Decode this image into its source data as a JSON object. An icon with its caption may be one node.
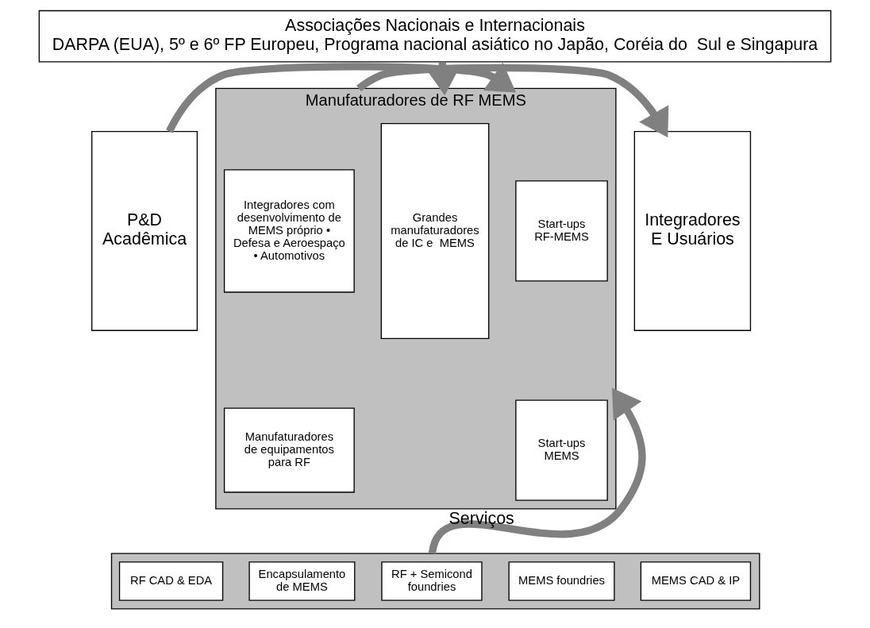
{
  "diagram": {
    "nodes": [
      {
        "text": [
          "Associações Nacionais e Internacionais",
          "DARPA (EUA), 5º e 6º FP Europeu, Programa nacional asiático no Japão, Coréia do  Sul e Singapura"
        ]
      },
      {
        "text": [
          "P&D Acadêmica"
        ]
      },
      {
        "text": [
          "Manufaturadores de RF MEMS"
        ]
      },
      {
        "text": [
          "Start-ups RF-MEMS"
        ],
        "in": 2
      },
      {
        "text": [
          "Start-ups MEMS"
        ],
        "in": 2
      },
      {
        "text": [
          "Grandes manufaturadores de IC e  MEMS"
        ],
        "in": 2
      },
      {
        "text": [
          "Integradores com desenvolvimento de MEMS próprio • Defesa e Aeroespaço • Automotivos"
        ],
        "in": 2
      },
      {
        "text": [
          "Manufaturadores de equipamentos para RF"
        ],
        "in": 2
      },
      {
        "text": [
          "Integradores E Usuários"
        ]
      },
      {
        "text": [],
        "shape": "box"
      },
      {
        "text": [
          "MEMS CAD & IP"
        ],
        "in": 9
      },
      {
        "text": [
          "MEMS foundries"
        ],
        "in": 9
      },
      {
        "text": [
          "RF + Semicond foundries"
        ],
        "in": 9
      },
      {
        "text": [
          "Encapsulamento de MEMS"
        ],
        "in": 9
      },
      {
        "text": [
          "RF CAD & EDA"
        ],
        "in": 9
      }
    ],
    "edges": [
      {
        "from": 0,
        "to": 2,
        "arrow": "to"
      },
      {
        "from": 1,
        "to": 2,
        "arrow": "to"
      },
      {
        "from": 2,
        "to": 8,
        "arrow": "to"
      },
      {
        "from": 9,
        "to": 2,
        "arrow": "to",
        "label": "Serviços"
      }
    ]
  }
}
